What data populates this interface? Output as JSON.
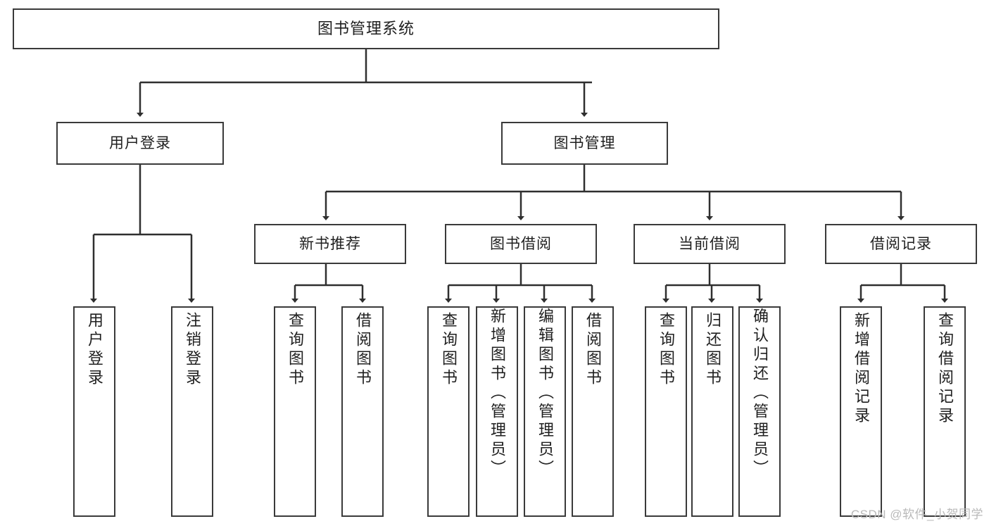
{
  "diagram": {
    "title": "图书管理系统",
    "type": "hierarchy-tree",
    "watermark": "CSDN @软件_小贺同学",
    "root": {
      "id": "root",
      "label": "图书管理系统"
    },
    "level2": [
      {
        "id": "user-login",
        "label": "用户登录"
      },
      {
        "id": "book-manage",
        "label": "图书管理"
      }
    ],
    "level3": [
      {
        "id": "new-book-recommend",
        "label": "新书推荐"
      },
      {
        "id": "book-borrow",
        "label": "图书借阅"
      },
      {
        "id": "current-borrow",
        "label": "当前借阅"
      },
      {
        "id": "borrow-record",
        "label": "借阅记录"
      }
    ],
    "leaves": {
      "user_login": [
        {
          "id": "leaf-user-login",
          "label": "用户登录"
        },
        {
          "id": "leaf-logout-login",
          "label": "注销登录"
        }
      ],
      "new_book_recommend": [
        {
          "id": "leaf-query-book-1",
          "label": "查询图书"
        },
        {
          "id": "leaf-borrow-book-1",
          "label": "借阅图书"
        }
      ],
      "book_borrow": [
        {
          "id": "leaf-query-book-2",
          "label": "查询图书"
        },
        {
          "id": "leaf-add-book",
          "label": "新增图书（管理员）"
        },
        {
          "id": "leaf-edit-book",
          "label": "编辑图书（管理员）"
        },
        {
          "id": "leaf-borrow-book-2",
          "label": "借阅图书"
        }
      ],
      "current_borrow": [
        {
          "id": "leaf-query-book-3",
          "label": "查询图书"
        },
        {
          "id": "leaf-return-book",
          "label": "归还图书"
        },
        {
          "id": "leaf-confirm-return",
          "label": "确认归还（管理员）"
        }
      ],
      "borrow_record": [
        {
          "id": "leaf-add-record",
          "label": "新增借阅记录"
        },
        {
          "id": "leaf-query-record",
          "label": "查询借阅记录"
        }
      ]
    },
    "colors": {
      "border": "#3a3a3a",
      "text": "#1f1f1f",
      "background": "#ffffff",
      "watermark": "#b9b9b9"
    }
  }
}
